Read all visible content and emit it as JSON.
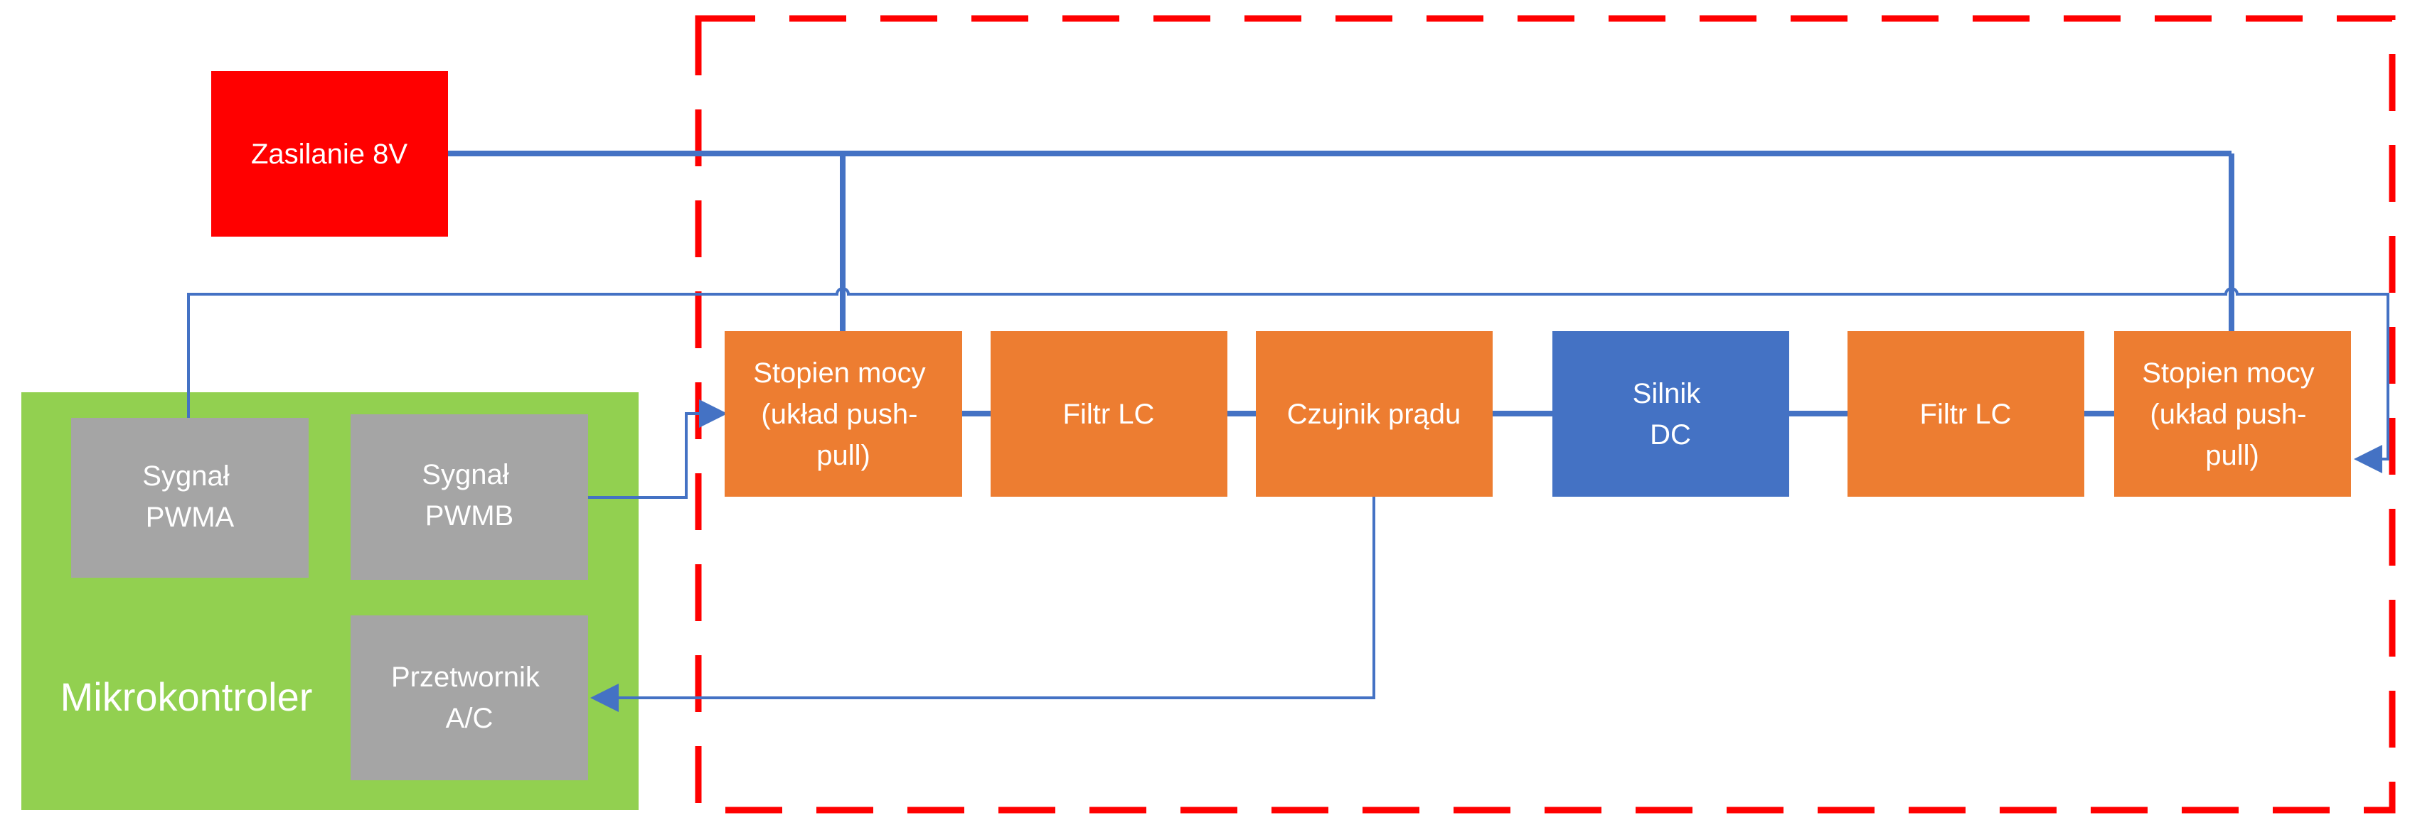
{
  "colors": {
    "power_red": "#FF0000",
    "orange": "#ED7D31",
    "motor_blue": "#4472C4",
    "gray": "#A5A5A5",
    "mcu_green": "#92D050",
    "wire_blue": "#4472C4",
    "dashed_border": "#FF0000",
    "text": "#FFFFFF"
  },
  "blocks": {
    "power": {
      "lines": [
        "Zasilanie 8V"
      ]
    },
    "microcontroller": {
      "lines": [
        "Mikrokontroler"
      ]
    },
    "pwma": {
      "lines": [
        "Sygnał",
        "PWMA"
      ]
    },
    "pwmb": {
      "lines": [
        "Sygnał",
        "PWMB"
      ]
    },
    "adc": {
      "lines": [
        "Przetwornik",
        "A/C"
      ]
    },
    "stage_left": {
      "lines": [
        "Stopien mocy",
        "(układ push-",
        "pull)"
      ]
    },
    "filter_left": {
      "lines": [
        "Filtr LC"
      ]
    },
    "current_sensor": {
      "lines": [
        "Czujnik prądu"
      ]
    },
    "motor": {
      "lines": [
        "Silnik",
        "DC"
      ]
    },
    "filter_right": {
      "lines": [
        "Filtr LC"
      ]
    },
    "stage_right": {
      "lines": [
        "Stopien mocy",
        "(układ push-",
        "pull)"
      ]
    }
  }
}
